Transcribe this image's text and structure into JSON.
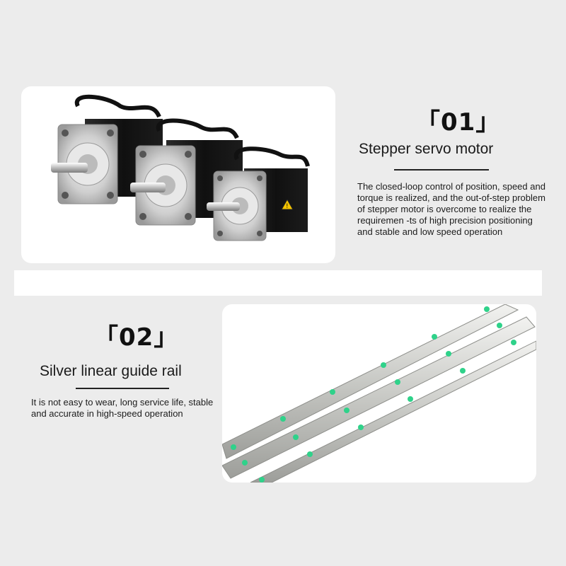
{
  "section1": {
    "number": "「01」",
    "title": "Stepper servo motor",
    "description": "The closed-loop control of position, speed and torque is realized, and the out-of-step problem of stepper motor is overcome to realize the requiremen -ts of high precision positioning and stable and low speed operation",
    "image": "stepper-servo-motors-photo"
  },
  "section2": {
    "number": "「02」",
    "title": "Silver linear guide rail",
    "description": "It is not easy to wear, long service life, stable and accurate in high-speed operation",
    "image": "silver-linear-guide-rails-photo"
  },
  "colors": {
    "background": "#ececec",
    "card": "#ffffff",
    "motor_body": "#1b1b1b",
    "motor_flange": "#c9c9c9",
    "rail": "#c8c9c5",
    "rail_dot": "#2fd28a",
    "warning": "#f5c400"
  }
}
